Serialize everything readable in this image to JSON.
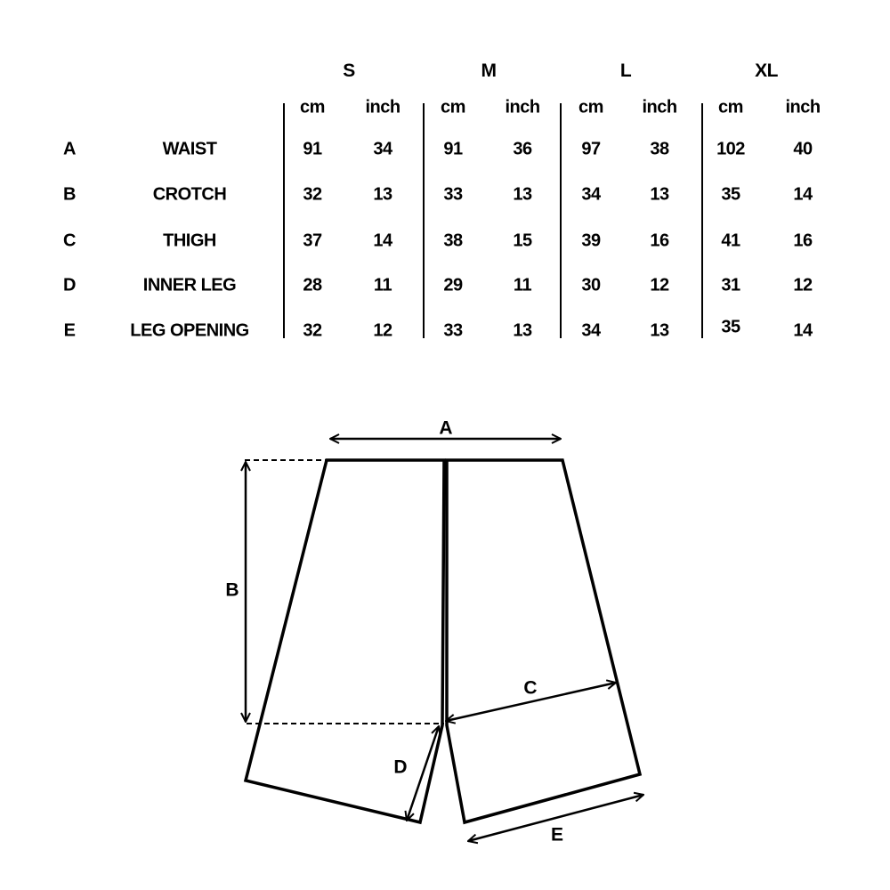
{
  "sizes": [
    "S",
    "M",
    "L",
    "XL"
  ],
  "units": {
    "cm": "cm",
    "inch": "inch"
  },
  "rows": [
    {
      "letter": "A",
      "name": "WAIST",
      "values": [
        "91",
        "34",
        "91",
        "36",
        "97",
        "38",
        "102",
        "40"
      ]
    },
    {
      "letter": "B",
      "name": "CROTCH",
      "values": [
        "32",
        "13",
        "33",
        "13",
        "34",
        "13",
        "35",
        "14"
      ]
    },
    {
      "letter": "C",
      "name": "THIGH",
      "values": [
        "37",
        "14",
        "38",
        "15",
        "39",
        "16",
        "41",
        "16"
      ]
    },
    {
      "letter": "D",
      "name": "INNER LEG",
      "values": [
        "28",
        "11",
        "29",
        "11",
        "30",
        "12",
        "31",
        "12"
      ]
    },
    {
      "letter": "E",
      "name": "LEG OPENING",
      "values": [
        "32",
        "12",
        "33",
        "13",
        "34",
        "13",
        "35",
        "14"
      ]
    }
  ],
  "diagram_labels": {
    "a": "A",
    "b": "B",
    "c": "C",
    "d": "D",
    "e": "E"
  }
}
